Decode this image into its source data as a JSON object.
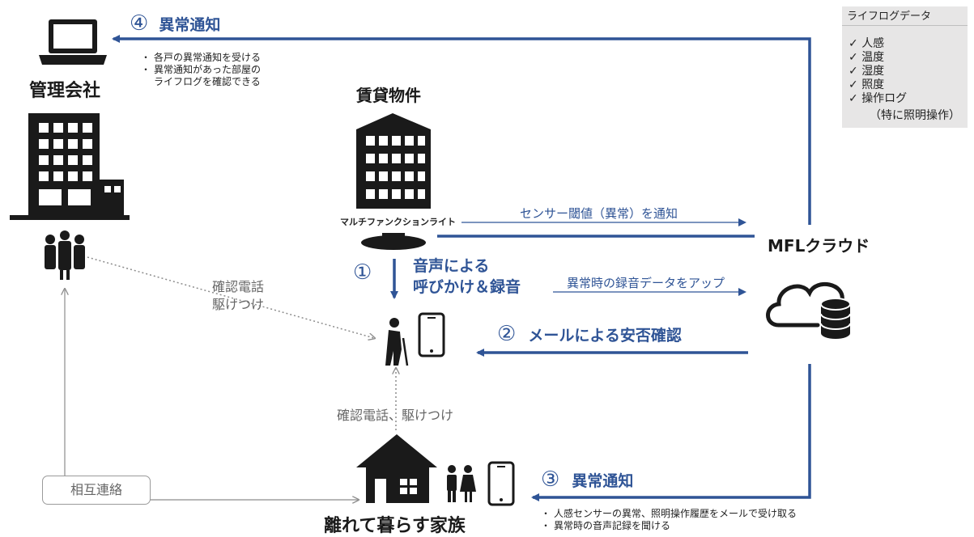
{
  "step4": {
    "num": "④",
    "title": "異常通知"
  },
  "management": {
    "label": "管理会社",
    "notes": [
      "各戸の異常通知を受ける",
      "異常通知があった部屋の",
      "ライフログを確認できる"
    ]
  },
  "rental": {
    "label": "賃貸物件",
    "light_label": "マルチファンクションライト"
  },
  "legend": {
    "title": "ライフログデータ",
    "items": [
      "人感",
      "温度",
      "湿度",
      "照度",
      "操作ログ"
    ],
    "sub": "（特に照明操作）"
  },
  "cloud": {
    "label": "MFLクラウド"
  },
  "flows": {
    "sensor": "センサー閾値（異常）を通知",
    "upload": "異常時の録音データをアップ"
  },
  "step1": {
    "num": "①",
    "line1": "音声による",
    "line2": "呼びかけ＆録音"
  },
  "step2": {
    "num": "②",
    "title": "メールによる安否確認"
  },
  "step3": {
    "num": "③",
    "title": "異常通知",
    "notes": [
      "人感センサーの異常、照明操作履歴をメールで受け取る",
      "異常時の音声記録を聞ける"
    ]
  },
  "confirm_call": {
    "line1": "確認電話",
    "line2": "駆けつけ"
  },
  "family_call": "確認電話、駆けつけ",
  "mutual": "相互連絡",
  "family": {
    "label": "離れて暮らす家族"
  },
  "colors": {
    "blue": "#2f5496",
    "dark": "#1a1a1a",
    "gray": "#8c8c8c",
    "legend_bg": "#e7e6e6"
  }
}
